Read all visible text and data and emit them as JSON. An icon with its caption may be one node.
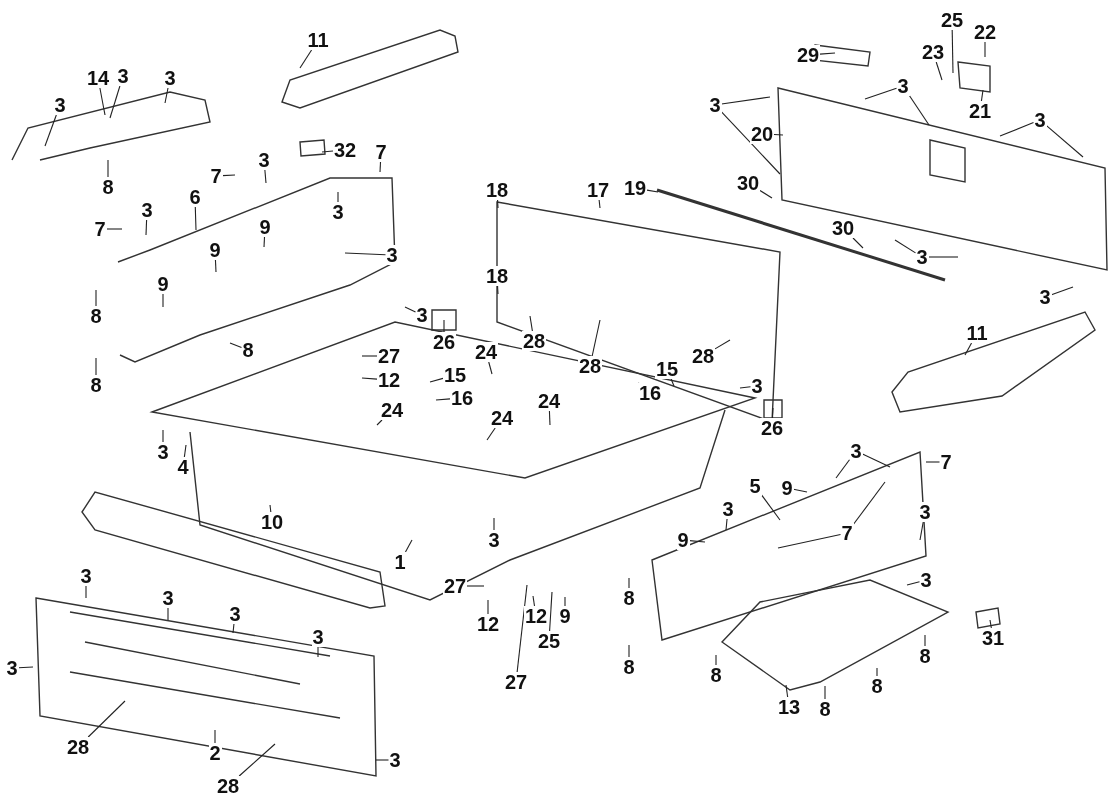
{
  "diagram": {
    "nodes": [
      {
        "text": [
          "11"
        ]
      },
      {
        "text": [
          "14"
        ]
      },
      {
        "text": [
          "3"
        ]
      },
      {
        "text": [
          "3"
        ]
      },
      {
        "text": [
          "3"
        ]
      },
      {
        "text": [
          "8"
        ]
      },
      {
        "text": [
          "32"
        ]
      },
      {
        "text": [
          "7"
        ]
      },
      {
        "text": [
          "7"
        ]
      },
      {
        "text": [
          "3"
        ]
      },
      {
        "text": [
          "7"
        ]
      },
      {
        "text": [
          "3"
        ]
      },
      {
        "text": [
          "6"
        ]
      },
      {
        "text": [
          "3"
        ]
      },
      {
        "text": [
          "9"
        ]
      },
      {
        "text": [
          "9"
        ]
      },
      {
        "text": [
          "9"
        ]
      },
      {
        "text": [
          "8"
        ]
      },
      {
        "text": [
          "3"
        ]
      },
      {
        "text": [
          "8"
        ]
      },
      {
        "text": [
          "8"
        ]
      },
      {
        "text": [
          "3"
        ]
      },
      {
        "text": [
          "26"
        ]
      },
      {
        "text": [
          "27"
        ]
      },
      {
        "text": [
          "12"
        ]
      },
      {
        "text": [
          "24"
        ]
      },
      {
        "text": [
          "15"
        ]
      },
      {
        "text": [
          "16"
        ]
      },
      {
        "text": [
          "24"
        ]
      },
      {
        "text": [
          "24"
        ]
      },
      {
        "text": [
          "24"
        ]
      },
      {
        "text": [
          "3"
        ]
      },
      {
        "text": [
          "4"
        ]
      },
      {
        "text": [
          "10"
        ]
      },
      {
        "text": [
          "1"
        ]
      },
      {
        "text": [
          "3"
        ]
      },
      {
        "text": [
          "27"
        ]
      },
      {
        "text": [
          "12"
        ]
      },
      {
        "text": [
          "27"
        ]
      },
      {
        "text": [
          "12"
        ]
      },
      {
        "text": [
          "25"
        ]
      },
      {
        "text": [
          "9"
        ]
      },
      {
        "text": [
          "3"
        ]
      },
      {
        "text": [
          "3"
        ]
      },
      {
        "text": [
          "3"
        ]
      },
      {
        "text": [
          "3"
        ]
      },
      {
        "text": [
          "3"
        ]
      },
      {
        "text": [
          "28"
        ]
      },
      {
        "text": [
          "2"
        ]
      },
      {
        "text": [
          "28"
        ]
      },
      {
        "text": [
          "3"
        ]
      },
      {
        "text": [
          "29"
        ]
      },
      {
        "text": [
          "25"
        ]
      },
      {
        "text": [
          "22"
        ]
      },
      {
        "text": [
          "23"
        ]
      },
      {
        "text": [
          "21"
        ]
      },
      {
        "text": [
          "3"
        ]
      },
      {
        "text": [
          "3"
        ]
      },
      {
        "text": [
          "3"
        ]
      },
      {
        "text": [
          "20"
        ]
      },
      {
        "text": [
          "30"
        ]
      },
      {
        "text": [
          "19"
        ]
      },
      {
        "text": [
          "17"
        ]
      },
      {
        "text": [
          "18"
        ]
      },
      {
        "text": [
          "30"
        ]
      },
      {
        "text": [
          "3"
        ]
      },
      {
        "text": [
          "18"
        ]
      },
      {
        "text": [
          "3"
        ]
      },
      {
        "text": [
          "28"
        ]
      },
      {
        "text": [
          "28"
        ]
      },
      {
        "text": [
          "11"
        ]
      },
      {
        "text": [
          "28"
        ]
      },
      {
        "text": [
          "15"
        ]
      },
      {
        "text": [
          "16"
        ]
      },
      {
        "text": [
          "3"
        ]
      },
      {
        "text": [
          "26"
        ]
      },
      {
        "text": [
          "3"
        ]
      },
      {
        "text": [
          "7"
        ]
      },
      {
        "text": [
          "5"
        ]
      },
      {
        "text": [
          "9"
        ]
      },
      {
        "text": [
          "3"
        ]
      },
      {
        "text": [
          "7"
        ]
      },
      {
        "text": [
          "3"
        ]
      },
      {
        "text": [
          "9"
        ]
      },
      {
        "text": [
          "3"
        ]
      },
      {
        "text": [
          "8"
        ]
      },
      {
        "text": [
          "8"
        ]
      },
      {
        "text": [
          "8"
        ]
      },
      {
        "text": [
          "8"
        ]
      },
      {
        "text": [
          "8"
        ]
      },
      {
        "text": [
          "31"
        ]
      },
      {
        "text": [
          "13"
        ]
      },
      {
        "text": [
          "8"
        ]
      }
    ],
    "edges": [
      {
        "from": 0,
        "to": null,
        "arrow": "none"
      },
      {
        "from": 1,
        "to": null,
        "arrow": "none"
      },
      {
        "from": 2,
        "to": null,
        "arrow": "none"
      },
      {
        "from": 3,
        "to": null,
        "arrow": "none"
      },
      {
        "from": 4,
        "to": null,
        "arrow": "none"
      },
      {
        "from": 5,
        "to": null,
        "arrow": "none"
      },
      {
        "from": 6,
        "to": null,
        "arrow": "none"
      },
      {
        "from": 7,
        "to": null,
        "arrow": "none"
      },
      {
        "from": 8,
        "to": null,
        "arrow": "none"
      },
      {
        "from": 9,
        "to": null,
        "arrow": "none"
      },
      {
        "from": 10,
        "to": null,
        "arrow": "none"
      },
      {
        "from": 11,
        "to": null,
        "arrow": "none"
      },
      {
        "from": 12,
        "to": null,
        "arrow": "none"
      },
      {
        "from": 13,
        "to": null,
        "arrow": "none"
      },
      {
        "from": 14,
        "to": null,
        "arrow": "none"
      },
      {
        "from": 15,
        "to": null,
        "arrow": "none"
      },
      {
        "from": 16,
        "to": null,
        "arrow": "none"
      },
      {
        "from": 17,
        "to": null,
        "arrow": "none"
      },
      {
        "from": 18,
        "to": null,
        "arrow": "none"
      },
      {
        "from": 19,
        "to": null,
        "arrow": "none"
      },
      {
        "from": 20,
        "to": null,
        "arrow": "none"
      },
      {
        "from": 21,
        "to": null,
        "arrow": "none"
      },
      {
        "from": 22,
        "to": null,
        "arrow": "none"
      },
      {
        "from": 23,
        "to": null,
        "arrow": "none"
      },
      {
        "from": 24,
        "to": null,
        "arrow": "none"
      },
      {
        "from": 25,
        "to": null,
        "arrow": "none"
      },
      {
        "from": 26,
        "to": null,
        "arrow": "none"
      },
      {
        "from": 27,
        "to": null,
        "arrow": "none"
      },
      {
        "from": 28,
        "to": null,
        "arrow": "none"
      },
      {
        "from": 29,
        "to": null,
        "arrow": "none"
      },
      {
        "from": 30,
        "to": null,
        "arrow": "none"
      },
      {
        "from": 31,
        "to": null,
        "arrow": "none"
      },
      {
        "from": 32,
        "to": null,
        "arrow": "none"
      },
      {
        "from": 33,
        "to": null,
        "arrow": "none"
      },
      {
        "from": 34,
        "to": null,
        "arrow": "none"
      },
      {
        "from": 35,
        "to": null,
        "arrow": "none"
      },
      {
        "from": 36,
        "to": null,
        "arrow": "none"
      },
      {
        "from": 37,
        "to": null,
        "arrow": "none"
      },
      {
        "from": 38,
        "to": null,
        "arrow": "none"
      },
      {
        "from": 39,
        "to": null,
        "arrow": "none"
      },
      {
        "from": 40,
        "to": null,
        "arrow": "none"
      },
      {
        "from": 41,
        "to": null,
        "arrow": "none"
      },
      {
        "from": 42,
        "to": null,
        "arrow": "none"
      },
      {
        "from": 43,
        "to": null,
        "arrow": "none"
      },
      {
        "from": 44,
        "to": null,
        "arrow": "none"
      },
      {
        "from": 45,
        "to": null,
        "arrow": "none"
      },
      {
        "from": 46,
        "to": null,
        "arrow": "none"
      },
      {
        "from": 47,
        "to": null,
        "arrow": "none"
      },
      {
        "from": 48,
        "to": null,
        "arrow": "none"
      },
      {
        "from": 49,
        "to": null,
        "arrow": "none"
      },
      {
        "from": 50,
        "to": null,
        "arrow": "none"
      },
      {
        "from": 51,
        "to": null,
        "arrow": "none"
      },
      {
        "from": 52,
        "to": null,
        "arrow": "none"
      },
      {
        "from": 53,
        "to": null,
        "arrow": "none"
      },
      {
        "from": 54,
        "to": null,
        "arrow": "none"
      },
      {
        "from": 55,
        "to": null,
        "arrow": "none"
      },
      {
        "from": 56,
        "to": null,
        "arrow": "none"
      },
      {
        "from": 56,
        "to": null,
        "arrow": "none"
      },
      {
        "from": 57,
        "to": null,
        "arrow": "none"
      },
      {
        "from": 57,
        "to": null,
        "arrow": "none"
      },
      {
        "from": 58,
        "to": null,
        "arrow": "none"
      },
      {
        "from": 58,
        "to": null,
        "arrow": "none"
      },
      {
        "from": 59,
        "to": null,
        "arrow": "none"
      },
      {
        "from": 60,
        "to": null,
        "arrow": "none"
      },
      {
        "from": 61,
        "to": null,
        "arrow": "none"
      },
      {
        "from": 62,
        "to": null,
        "arrow": "none"
      },
      {
        "from": 63,
        "to": null,
        "arrow": "none"
      },
      {
        "from": 64,
        "to": null,
        "arrow": "none"
      },
      {
        "from": 65,
        "to": null,
        "arrow": "none"
      },
      {
        "from": 65,
        "to": null,
        "arrow": "none"
      },
      {
        "from": 66,
        "to": null,
        "arrow": "none"
      },
      {
        "from": 67,
        "to": null,
        "arrow": "none"
      },
      {
        "from": 68,
        "to": null,
        "arrow": "none"
      },
      {
        "from": 69,
        "to": null,
        "arrow": "none"
      },
      {
        "from": 70,
        "to": null,
        "arrow": "none"
      },
      {
        "from": 71,
        "to": null,
        "arrow": "none"
      },
      {
        "from": 72,
        "to": null,
        "arrow": "none"
      },
      {
        "from": 73,
        "to": null,
        "arrow": "none"
      },
      {
        "from": 74,
        "to": null,
        "arrow": "none"
      },
      {
        "from": 75,
        "to": null,
        "arrow": "none"
      },
      {
        "from": 76,
        "to": null,
        "arrow": "none"
      },
      {
        "from": 76,
        "to": null,
        "arrow": "none"
      },
      {
        "from": 77,
        "to": null,
        "arrow": "none"
      },
      {
        "from": 78,
        "to": null,
        "arrow": "none"
      },
      {
        "from": 79,
        "to": null,
        "arrow": "none"
      },
      {
        "from": 80,
        "to": null,
        "arrow": "none"
      },
      {
        "from": 81,
        "to": null,
        "arrow": "none"
      },
      {
        "from": 81,
        "to": null,
        "arrow": "none"
      },
      {
        "from": 82,
        "to": null,
        "arrow": "none"
      },
      {
        "from": 83,
        "to": null,
        "arrow": "none"
      },
      {
        "from": 84,
        "to": null,
        "arrow": "none"
      },
      {
        "from": 85,
        "to": null,
        "arrow": "none"
      },
      {
        "from": 86,
        "to": null,
        "arrow": "none"
      },
      {
        "from": 87,
        "to": null,
        "arrow": "none"
      },
      {
        "from": 88,
        "to": null,
        "arrow": "none"
      },
      {
        "from": 89,
        "to": null,
        "arrow": "none"
      },
      {
        "from": 90,
        "to": null,
        "arrow": "none"
      },
      {
        "from": 91,
        "to": null,
        "arrow": "none"
      },
      {
        "from": 92,
        "to": null,
        "arrow": "none"
      }
    ]
  }
}
